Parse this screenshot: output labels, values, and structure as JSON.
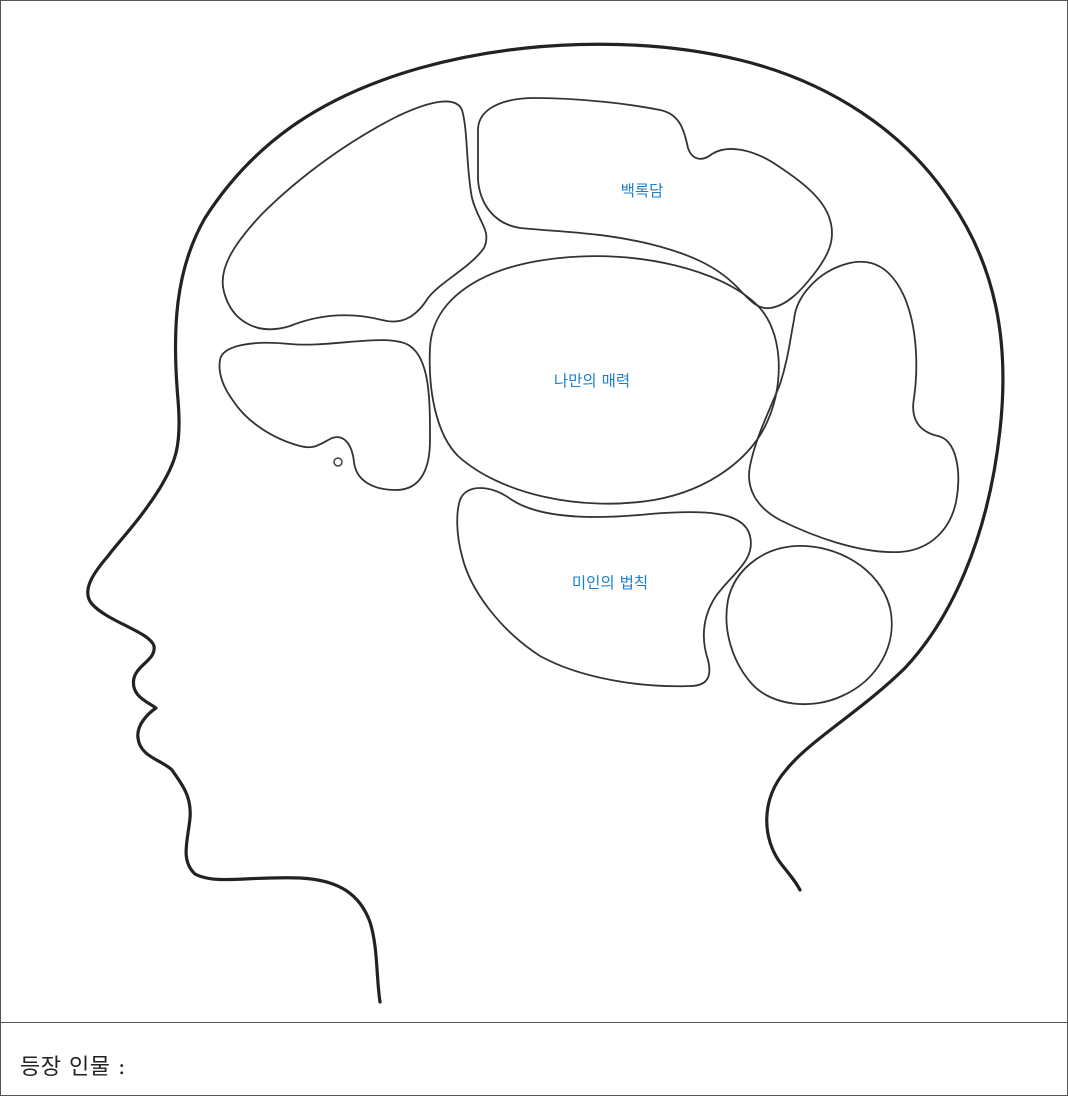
{
  "diagram": {
    "regions": [
      {
        "id": "top",
        "label": "백록담"
      },
      {
        "id": "center",
        "label": "나만의 매력"
      },
      {
        "id": "lower",
        "label": "미인의 법칙"
      },
      {
        "id": "front-upper",
        "label": ""
      },
      {
        "id": "front-lower",
        "label": ""
      },
      {
        "id": "back-upper",
        "label": ""
      },
      {
        "id": "back-lower",
        "label": ""
      }
    ],
    "label_color": "#1a7fd1",
    "outline_color": "#222222"
  },
  "footer": {
    "label": "등장 인물 :"
  }
}
